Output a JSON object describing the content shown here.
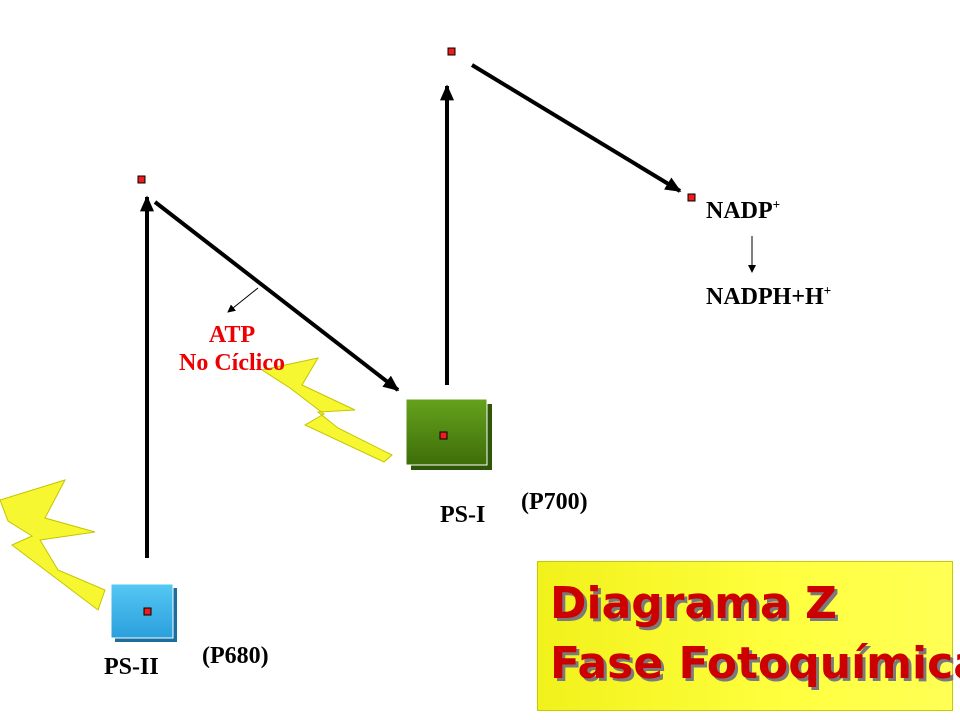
{
  "labels": {
    "ps2": "PS-II",
    "p680": "(P680)",
    "ps1": "PS-I",
    "p700": "(P700)",
    "nadp_base": "NADP",
    "nadp_sup": "+",
    "nadph_base": "NADPH+H",
    "nadph_sup": "+",
    "atp": "ATP",
    "no_ciclico": "No Cíclico"
  },
  "title": {
    "line1": "Diagrama Z",
    "line2": "Fase Fotoquímica"
  },
  "colors": {
    "ps2_box": "#3fb7ee",
    "ps1_box": "#4c8c10",
    "marker": "#ee1c1c",
    "lightning": "#f7f731",
    "atp_text": "#ee0000",
    "title_text": "#cc0000",
    "title_bg": "#ffff3f"
  },
  "icons": {
    "lightning": "lightning-bolt-icon",
    "arrow": "arrow-icon"
  }
}
